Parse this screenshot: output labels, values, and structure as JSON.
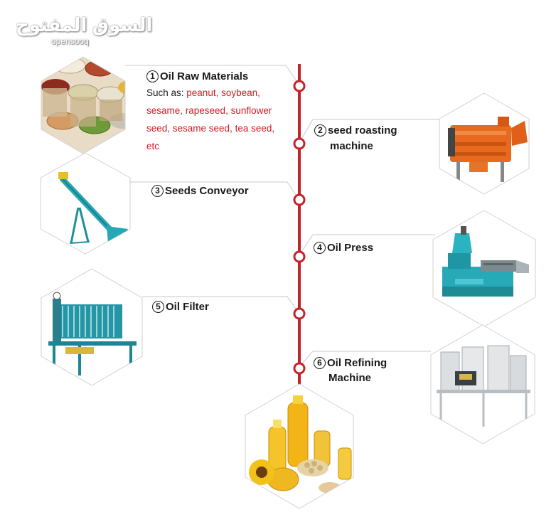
{
  "watermark": {
    "arabic": "السوق المفتوح",
    "latin": "opensooq"
  },
  "steps": [
    {
      "num": "1",
      "title": "Oil Raw Materials",
      "icon": "seed-bags-icon"
    },
    {
      "num": "2",
      "title": "seed roasting",
      "title2": "machine",
      "icon": "roasting-drum-icon"
    },
    {
      "num": "3",
      "title": "Seeds Conveyor",
      "icon": "screw-conveyor-icon"
    },
    {
      "num": "4",
      "title": "Oil Press",
      "icon": "screw-oil-press-icon"
    },
    {
      "num": "5",
      "title": "Oil Filter",
      "icon": "plate-filter-press-icon"
    },
    {
      "num": "6",
      "title": "Oil Refining",
      "title2": "Machine",
      "icon": "refinery-tanks-icon"
    }
  ],
  "raw_materials": {
    "prefix": "Such as: ",
    "line1": "peanut, soybean,",
    "line2": "sesame, rapeseed, sunflower",
    "line3": "seed, sesame seed, tea seed,",
    "line4": "etc"
  },
  "final_icon": "oil-bottles-icon",
  "colors": {
    "timeline": "#c4222a",
    "hex_border": "#d2d2d2",
    "text_accent": "#d01c25"
  }
}
